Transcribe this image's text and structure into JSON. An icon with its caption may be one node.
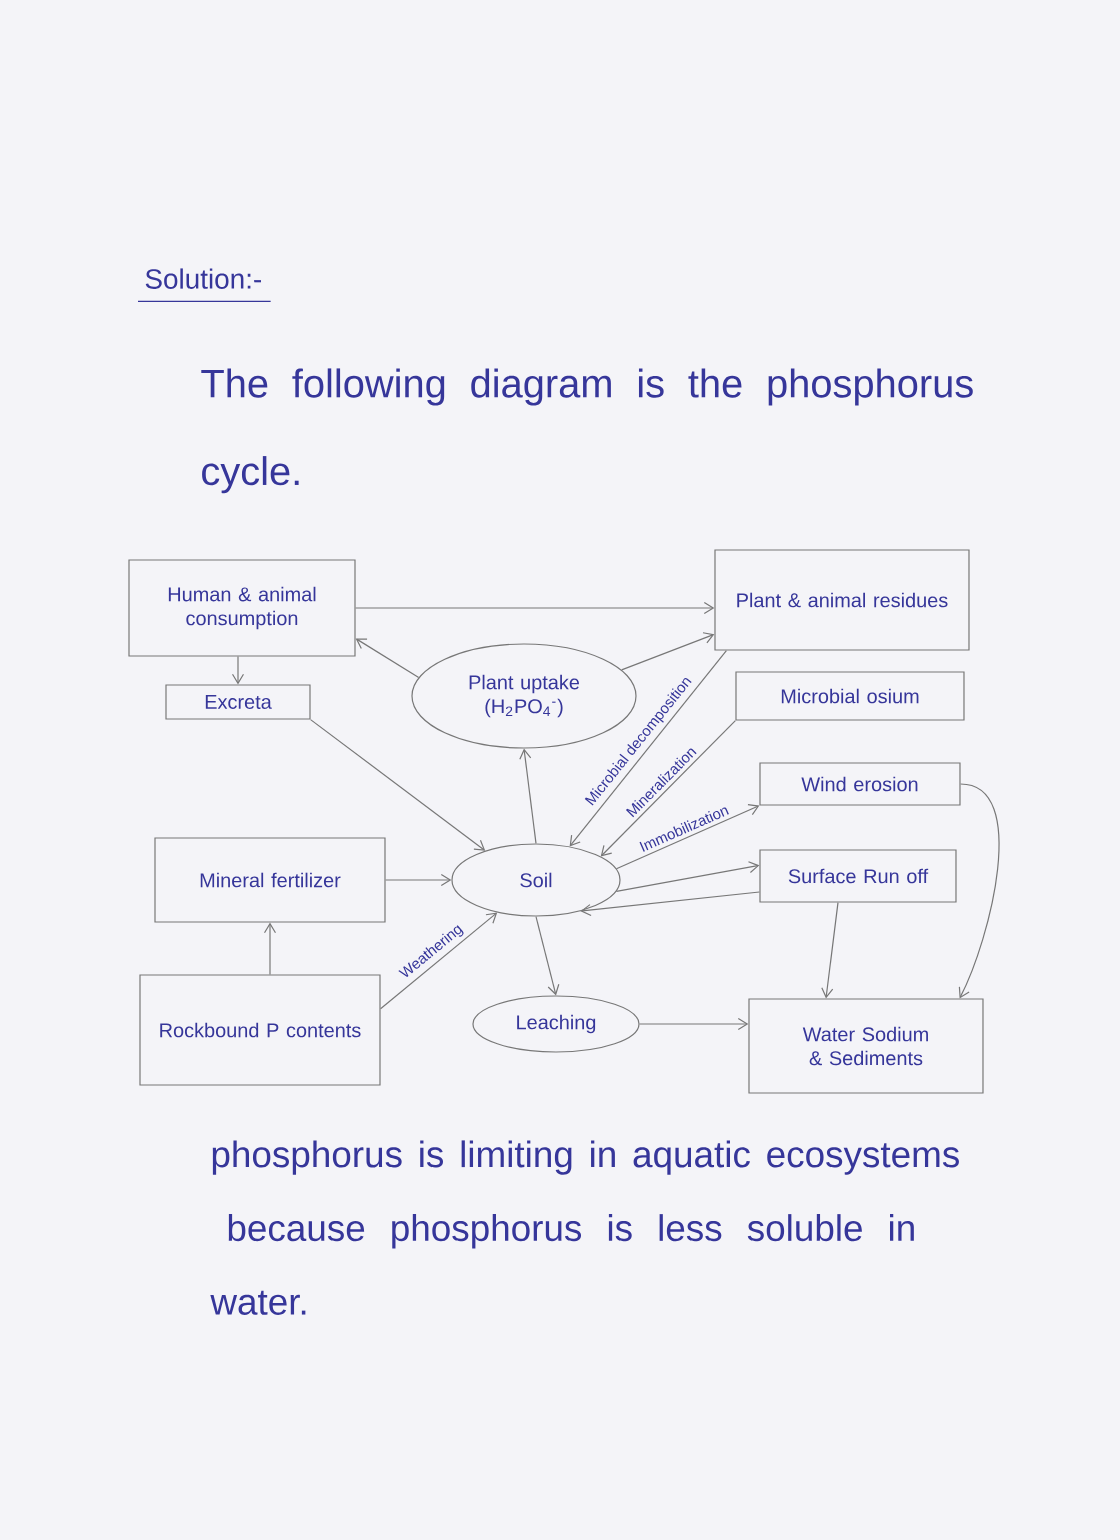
{
  "diagram": {
    "title": "Solution:-",
    "nodes": [
      {
        "text": [
          "Human & animal consumption"
        ]
      },
      {
        "text": [
          "Excreta"
        ]
      },
      {
        "text": [
          "Plant uptake (H$_{2}$PO$_{4}$$^{-}$)"
        ]
      },
      {
        "text": [
          "Plant & animal residues"
        ]
      },
      {
        "text": [
          "Microbial osium"
        ]
      },
      {
        "text": [
          "Wind erosion"
        ]
      },
      {
        "text": [
          "Mineral fertilizer"
        ]
      },
      {
        "text": [
          "Soil"
        ]
      },
      {
        "text": [
          "Surface Run off"
        ]
      },
      {
        "text": [
          "Rockbound P contents"
        ]
      },
      {
        "text": [
          "Leaching"
        ]
      },
      {
        "text": [
          "Water Sodium & Sediments"
        ]
      }
    ],
    "edges": [
      {
        "from": 0,
        "to": 3,
        "arrow": "to"
      },
      {
        "from": 0,
        "to": 1,
        "arrow": "to"
      },
      {
        "from": 2,
        "to": 0,
        "arrow": "to"
      },
      {
        "from": 2,
        "to": 3,
        "arrow": "to"
      },
      {
        "from": 1,
        "to": 7,
        "arrow": "to"
      },
      {
        "from": 7,
        "to": 2,
        "arrow": "to"
      },
      {
        "from": 3,
        "to": 7,
        "arrow": "to",
        "label": "Microbial decomposition"
      },
      {
        "from": 4,
        "to": 7,
        "arrow": "to",
        "label": "Mineralization"
      },
      {
        "from": 7,
        "to": 5,
        "arrow": "to",
        "label": "Immobilization"
      },
      {
        "from": 7,
        "to": 8,
        "arrow": "to"
      },
      {
        "from": 8,
        "to": 7,
        "arrow": "to"
      },
      {
        "from": 6,
        "to": 7,
        "arrow": "to"
      },
      {
        "from": 9,
        "to": 6,
        "arrow": "to"
      },
      {
        "from": 9,
        "to": 7,
        "arrow": "to",
        "label": "Weathering"
      },
      {
        "from": 7,
        "to": 10,
        "arrow": "to"
      },
      {
        "from": 10,
        "to": 11,
        "arrow": "to"
      },
      {
        "from": 8,
        "to": 11,
        "arrow": "to"
      },
      {
        "from": 5,
        "to": 11,
        "arrow": "to"
      }
    ],
    "labels": [
      "The following diagram is the phosphorus cycle.",
      "phosphorus is limiting in aquatic ecosystems because phosphorus is less soluble in water."
    ]
  }
}
